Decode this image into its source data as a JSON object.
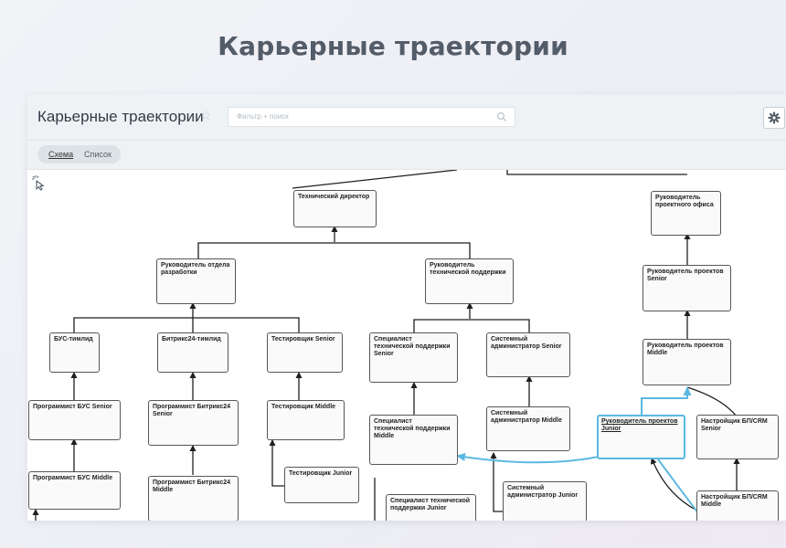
{
  "page": {
    "heading": "Карьерные траектории"
  },
  "window": {
    "title": "Карьерные траектории",
    "star_icon": "star-icon",
    "search_placeholder": "Фильтр + поиск",
    "settings_icon": "gear-icon"
  },
  "view_tabs": [
    {
      "label": "Схема",
      "active": true
    },
    {
      "label": "Список",
      "active": false
    }
  ],
  "tool_icon": "pointer-tool-icon",
  "colors": {
    "highlight": "#5bb8e0",
    "node_border": "#575757",
    "line": "#1f1f1f"
  },
  "nodes": [
    {
      "id": "tech_director",
      "label": "Технический директор"
    },
    {
      "id": "pmo_head",
      "label": "Руководитель проектного офиса"
    },
    {
      "id": "dev_head",
      "label": "Руководитель отдела разработки"
    },
    {
      "id": "support_head",
      "label": "Руководитель технической поддержки"
    },
    {
      "id": "pm_senior",
      "label": "Руководитель проектов Senior"
    },
    {
      "id": "bus_lead",
      "label": "БУС-тимлид"
    },
    {
      "id": "b24_lead",
      "label": "Битрикс24-тимлид"
    },
    {
      "id": "qa_senior",
      "label": "Тестировщик Senior"
    },
    {
      "id": "support_senior",
      "label": "Специалист технической поддержки Senior"
    },
    {
      "id": "sysadmin_senior",
      "label": "Системный администратор Senior"
    },
    {
      "id": "pm_middle",
      "label": "Руководитель проектов Middle"
    },
    {
      "id": "bus_dev_senior",
      "label": "Программист БУС Senior"
    },
    {
      "id": "b24_dev_senior",
      "label": "Программист Битрикс24 Senior"
    },
    {
      "id": "qa_middle",
      "label": "Тестировщик Middle"
    },
    {
      "id": "support_middle",
      "label": "Специалист технической поддержки Middle"
    },
    {
      "id": "sysadmin_middle",
      "label": "Системный администратор Middle"
    },
    {
      "id": "pm_junior",
      "label": "Руководитель проектов Junior"
    },
    {
      "id": "crm_senior",
      "label": "Настройщик БП/CRM Senior"
    },
    {
      "id": "qa_junior",
      "label": "Тестировщик Junior"
    },
    {
      "id": "bus_dev_middle",
      "label": "Программист БУС Middle"
    },
    {
      "id": "b24_dev_middle",
      "label": "Программист Битрикс24 Middle"
    },
    {
      "id": "sysadmin_junior",
      "label": "Системный администратор Junior"
    },
    {
      "id": "support_junior",
      "label": "Специалист технической поддержки Junior"
    },
    {
      "id": "crm_middle",
      "label": "Настройщик БП/CRM Middle"
    }
  ]
}
